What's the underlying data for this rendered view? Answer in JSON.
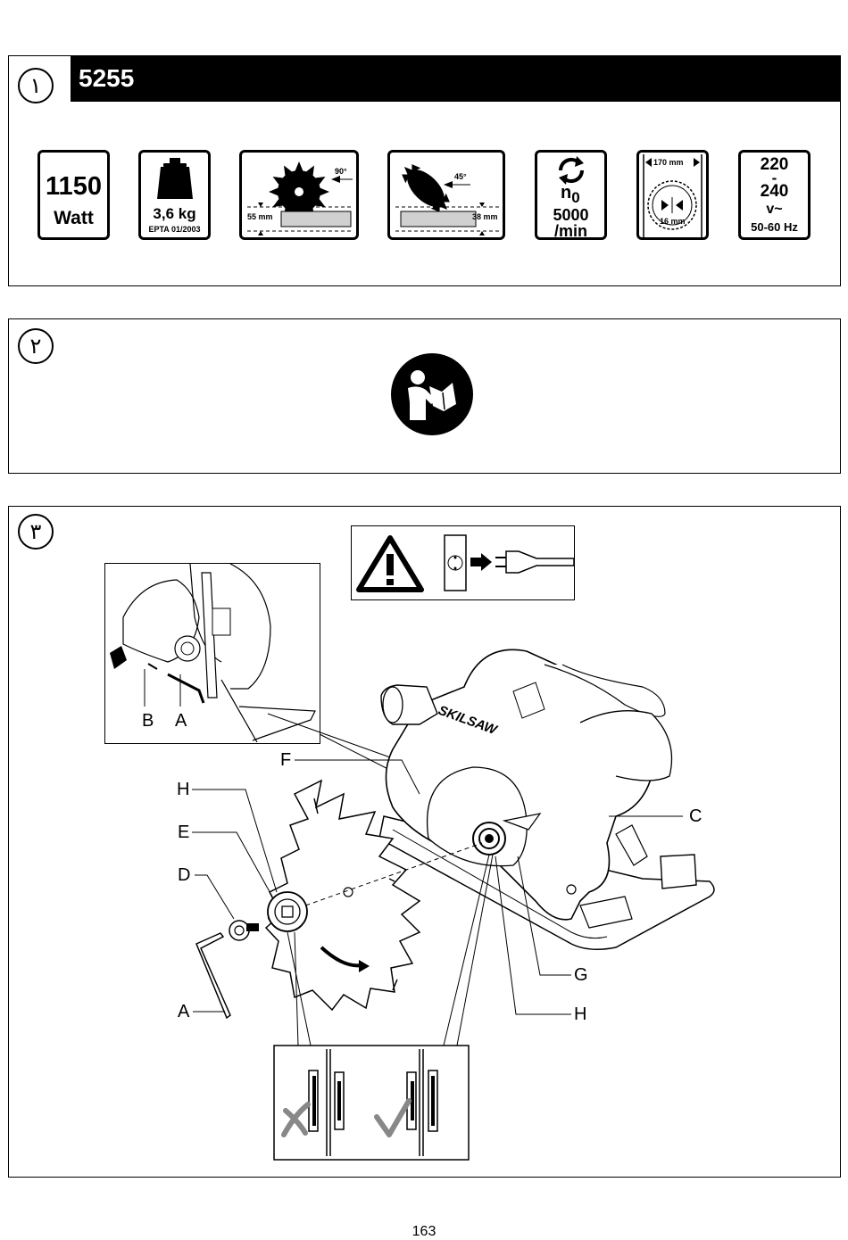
{
  "section1": {
    "number": "١",
    "model": "5255",
    "specs": {
      "power_value": "1150",
      "power_unit": "Watt",
      "weight": "3,6 kg",
      "weight_standard": "EPTA 01/2003",
      "depth_90_angle": "90°",
      "depth_90_value": "55 mm",
      "depth_45_angle": "45°",
      "depth_45_value": "38 mm",
      "speed_symbol": "n",
      "speed_sub": "0",
      "speed_value": "5000",
      "speed_unit": "/min",
      "blade_diameter": "170 mm",
      "bore_diameter": "16 mm",
      "voltage_low": "220",
      "voltage_dash": "-",
      "voltage_high": "240",
      "voltage_unit": "v~",
      "frequency": "50-60 Hz"
    }
  },
  "section2": {
    "number": "٢",
    "icon": "read-manual-icon"
  },
  "section3": {
    "number": "٣",
    "warning_icons": [
      "warning-triangle-icon",
      "unplug-icon"
    ],
    "brand": "SKILSAW",
    "labels": {
      "A_inset": "A",
      "B_inset": "B",
      "F": "F",
      "H_left": "H",
      "E": "E",
      "D": "D",
      "A_wrench": "A",
      "C": "C",
      "G": "G",
      "H_right": "H"
    }
  },
  "page_number": "163"
}
